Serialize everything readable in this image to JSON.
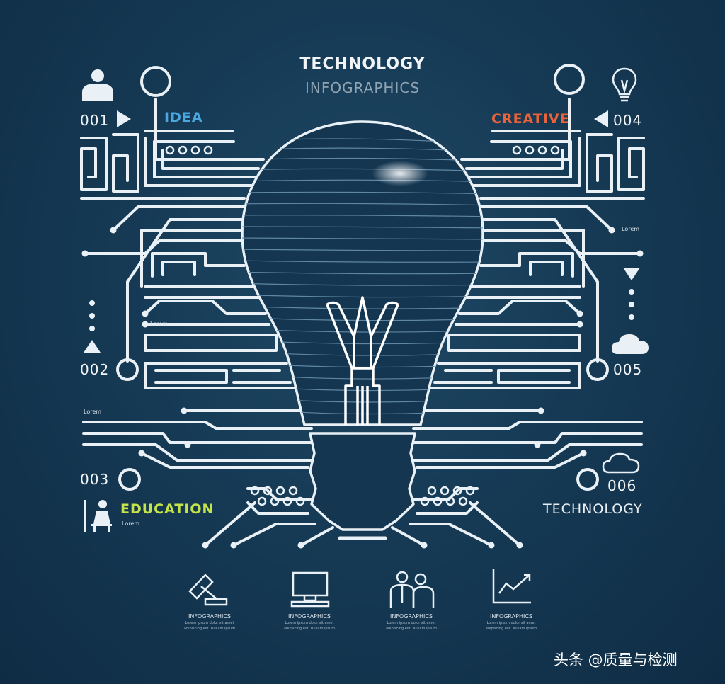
{
  "header": {
    "title": "TECHNOLOGY",
    "subtitle": "INFOGRAPHICS"
  },
  "items": {
    "i001": {
      "number": "001",
      "label": "IDEA",
      "color": "#4aa7e0",
      "icon": "person-icon"
    },
    "i002": {
      "number": "002",
      "lorem": "Lorem",
      "icon": "triangle-up-icon"
    },
    "i003": {
      "number": "003",
      "label": "EDUCATION",
      "color": "#c4e44a",
      "lorem": "Lorem",
      "icon": "student-desk-icon"
    },
    "i004": {
      "number": "004",
      "label": "CREATIVE",
      "color": "#e8623a",
      "icon": "lightbulb-icon"
    },
    "i005": {
      "number": "005",
      "icon": "cloud-icon"
    },
    "i006": {
      "number": "006",
      "label": "TECHNOLOGY",
      "icon": "cloud-icon"
    }
  },
  "side_lorem": {
    "right_top": "Lorem",
    "left_mid": "Lorem",
    "left_low": "Lorem"
  },
  "bottom_icons": [
    {
      "icon": "gavel-icon",
      "title": "INFOGRAPHICS",
      "line1": "Lorem ipsum dolor sit amet",
      "line2": "adipiscing elit. Nullam ipsum"
    },
    {
      "icon": "computer-monitor-icon",
      "title": "INFOGRAPHICS",
      "line1": "Lorem ipsum dolor sit amet",
      "line2": "adipiscing elit. Nullam ipsum"
    },
    {
      "icon": "business-people-icon",
      "title": "INFOGRAPHICS",
      "line1": "Lorem ipsum dolor sit amet",
      "line2": "adipiscing elit. Nullam ipsum"
    },
    {
      "icon": "growth-chart-icon",
      "title": "INFOGRAPHICS",
      "line1": "Lorem ipsum dolor sit amet",
      "line2": "adipiscing elit. Nullam ipsum"
    }
  ],
  "watermark": "头条 @质量与检测",
  "colors": {
    "line": "#e9f1f6",
    "bulb": "#143651",
    "background": "#163a55"
  }
}
